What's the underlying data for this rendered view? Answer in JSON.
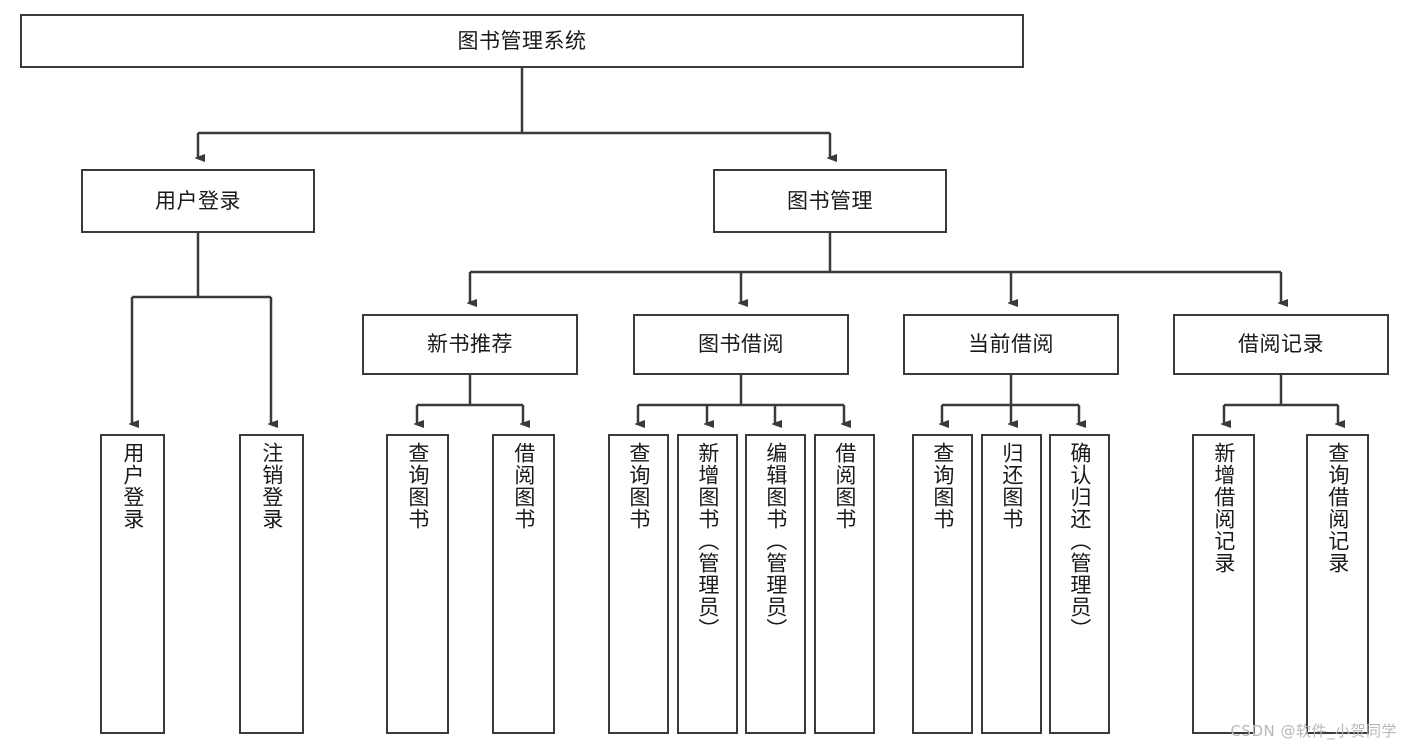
{
  "diagram": {
    "title": "图书管理系统",
    "type": "hierarchy-tree",
    "root": {
      "label": "图书管理系统"
    },
    "level2": [
      {
        "label": "用户登录"
      },
      {
        "label": "图书管理"
      }
    ],
    "level3": [
      {
        "label": "新书推荐"
      },
      {
        "label": "图书借阅"
      },
      {
        "label": "当前借阅"
      },
      {
        "label": "借阅记录"
      }
    ],
    "leaves": {
      "user_login": [
        {
          "label": "用户登录"
        },
        {
          "label": "注销登录"
        }
      ],
      "new_book_recommend": [
        {
          "label": "查询图书"
        },
        {
          "label": "借阅图书"
        }
      ],
      "book_borrow": [
        {
          "label": "查询图书"
        },
        {
          "label": "新增图书（管理员）"
        },
        {
          "label": "编辑图书（管理员）"
        },
        {
          "label": "借阅图书"
        }
      ],
      "current_borrow": [
        {
          "label": "查询图书"
        },
        {
          "label": "归还图书"
        },
        {
          "label": "确认归还（管理员）"
        }
      ],
      "borrow_record": [
        {
          "label": "新增借阅记录"
        },
        {
          "label": "查询借阅记录"
        }
      ]
    }
  },
  "watermark": {
    "text": "CSDN @软件_小贺同学"
  },
  "colors": {
    "border": "#3a3a3a",
    "text": "#1a1a1a",
    "background": "#ffffff",
    "watermark": "#b8b8b8"
  }
}
